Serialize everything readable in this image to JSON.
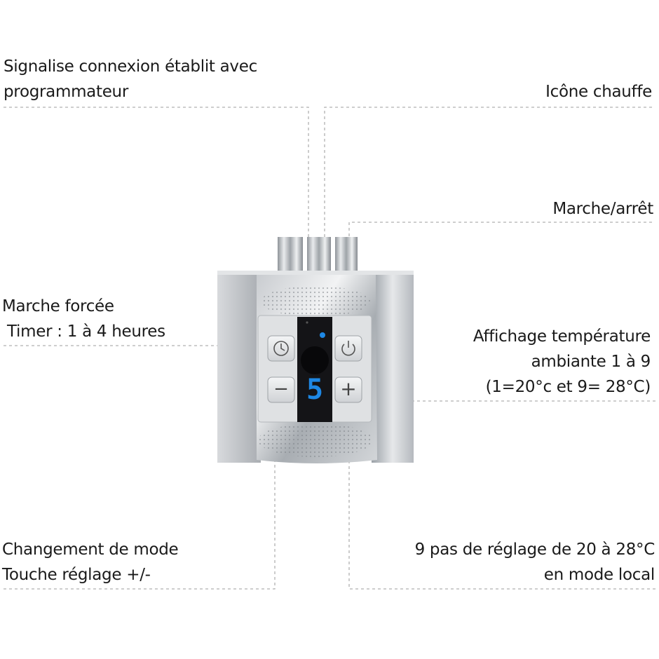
{
  "callouts": {
    "connexion": {
      "line1": "Signalise connexion établit avec",
      "line2": "programmateur"
    },
    "chauffe": "Icône chauffe",
    "marche_arret": "Marche/arrêt",
    "marche_forcee": {
      "line1": "Marche forcée",
      "line2": " Timer : 1 à 4 heures"
    },
    "affichage": {
      "line1": "Affichage température",
      "line2": "ambiante 1 à 9",
      "line3": "(1=20°c et 9= 28°C)"
    },
    "changement": {
      "line1": "Changement de mode",
      "line2": "Touche réglage +/-"
    },
    "pas_reglage": {
      "line1": "9 pas de réglage de 20 à 28°C",
      "line2": "en mode local"
    }
  },
  "device": {
    "display_value": "5",
    "buttons": {
      "minus": "−",
      "plus": "+"
    },
    "colors": {
      "led": "#1e88e5",
      "chrome": "#b9bdc2",
      "panel": "#e2e4e6",
      "display": "#141417"
    }
  }
}
